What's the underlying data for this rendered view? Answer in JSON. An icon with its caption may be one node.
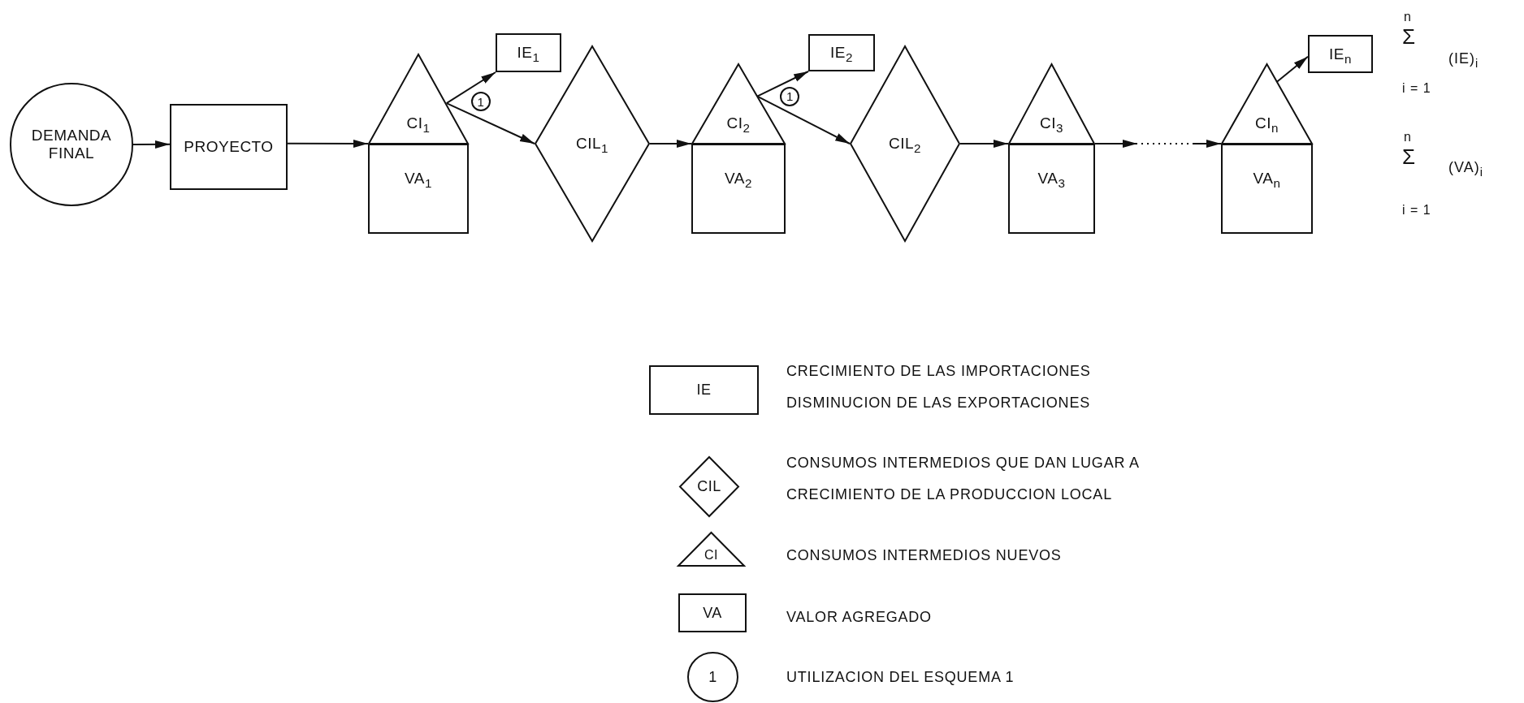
{
  "diagram": {
    "nodes": [
      {
        "text": [
          "DEMANDA FINAL"
        ]
      },
      {
        "text": [
          "PROYECTO"
        ]
      },
      {
        "text": [
          "CI$_{1}$"
        ]
      },
      {
        "text": [
          "VA$_{1}$"
        ]
      },
      {
        "text": [
          "IE$_{1}$"
        ]
      },
      {
        "text": [
          "CIL$_{1}$"
        ]
      },
      {
        "text": [
          "CI$_{2}$"
        ]
      },
      {
        "text": [
          "VA$_{2}$"
        ]
      },
      {
        "text": [
          "IE$_{2}$"
        ]
      },
      {
        "text": [
          "CIL$_{2}$"
        ]
      },
      {
        "text": [
          "CI$_{3}$"
        ]
      },
      {
        "text": [
          "VA$_{3}$"
        ]
      },
      {
        "text": [
          "CI$_{n}$"
        ]
      },
      {
        "text": [
          "VA$_{n}$"
        ]
      },
      {
        "text": [
          "IE$_{n}$"
        ]
      }
    ],
    "edges": [
      {
        "from": 0,
        "to": 1,
        "arrow": "to"
      },
      {
        "from": 1,
        "to": 2,
        "arrow": "to"
      },
      {
        "from": 2,
        "to": 4,
        "arrow": "to"
      },
      {
        "from": 2,
        "to": 5,
        "arrow": "to",
        "label": "1"
      },
      {
        "from": 5,
        "to": 6,
        "arrow": "to"
      },
      {
        "from": 6,
        "to": 8,
        "arrow": "to"
      },
      {
        "from": 6,
        "to": 9,
        "arrow": "to",
        "label": "1"
      },
      {
        "from": 9,
        "to": 10,
        "arrow": "to"
      },
      {
        "from": 10,
        "to": 12,
        "arrow": "to",
        "style": "dashed"
      },
      {
        "from": 12,
        "to": 14,
        "arrow": "to"
      }
    ],
    "labels": [
      "n",
      "Σ",
      "(IE)$_{i}$",
      "i = 1",
      "n",
      "Σ",
      "(VA)$_{i}$",
      "i = 1",
      "IE",
      "CIL",
      "CI",
      "VA",
      "1"
    ],
    "legend": [
      {
        "text": "CRECIMIENTO DE LAS IMPORTACIONES DISMINUCION DE LAS EXPORTACIONES"
      },
      {
        "text": "CONSUMOS INTERMEDIOS QUE DAN LUGAR A CRECIMIENTO DE LA PRODUCCION LOCAL"
      },
      {
        "text": "CONSUMOS INTERMEDIOS NUEVOS"
      },
      {
        "text": "VALOR AGREGADO"
      },
      {
        "text": "UTILIZACION DEL ESQUEMA 1"
      }
    ]
  }
}
